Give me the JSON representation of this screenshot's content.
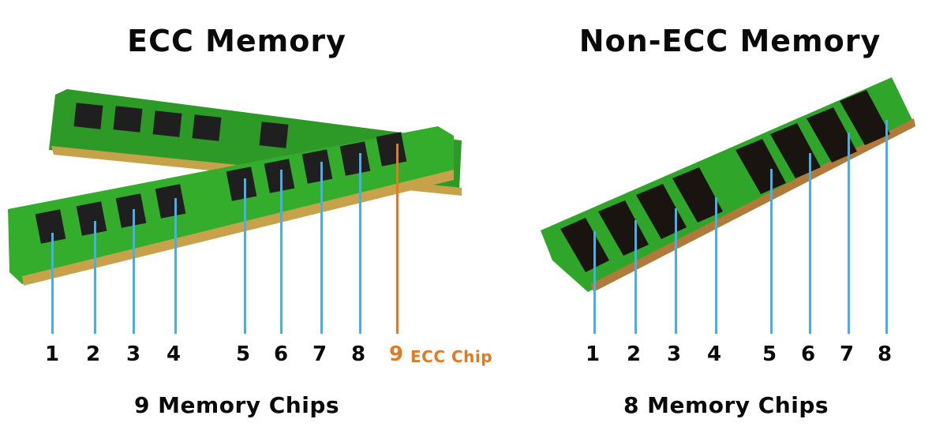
{
  "left_panel": {
    "title": "ECC Memory",
    "chip_count_label": "9 Memory Chips",
    "chip_numbers": [
      "1",
      "2",
      "3",
      "4",
      "5",
      "6",
      "7",
      "8"
    ],
    "ecc_chip": {
      "number": "9",
      "label": "ECC Chip"
    }
  },
  "right_panel": {
    "title": "Non-ECC Memory",
    "chip_count_label": "8 Memory Chips",
    "chip_numbers": [
      "1",
      "2",
      "3",
      "4",
      "5",
      "6",
      "7",
      "8"
    ]
  },
  "colors": {
    "pointer_line": "#47aee8",
    "ecc_accent": "#e07a25",
    "pcb_green": "#2fa52a",
    "chip_black": "#1c1c1c",
    "gold_contacts": "#c8a24a"
  }
}
